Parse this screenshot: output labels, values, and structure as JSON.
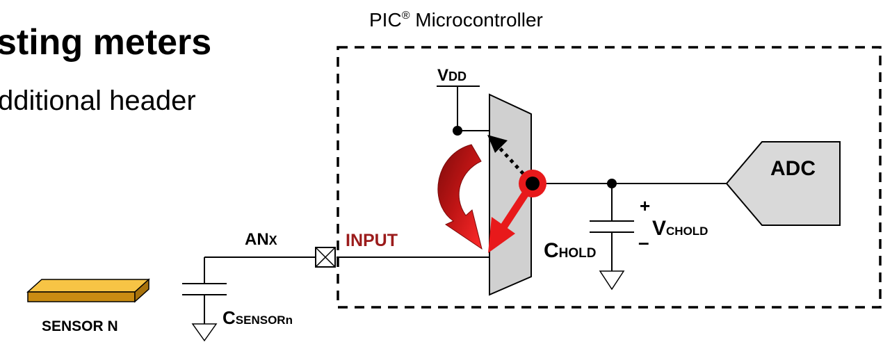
{
  "slide": {
    "title": "sting meters",
    "subtitle": "dditional header"
  },
  "diagram": {
    "mcu_label": "PIC",
    "mcu_registered": "®",
    "mcu_suffix": " Microcontroller",
    "vdd_main": "V",
    "vdd_sub": "DD",
    "adc_label": "ADC",
    "plus_sign": "+",
    "minus_sign": "–",
    "vchold_main": "V",
    "vchold_sub": "CHOLD",
    "chold_main": "C",
    "chold_sub": "HOLD",
    "input_label": "INPUT",
    "anx_main": "AN",
    "anx_sub": "X",
    "csensor_main": "C",
    "csensor_sub": "SENSORn",
    "sensor_label": "SENSOR N",
    "colors": {
      "switch_fill": "#d0d0d0",
      "adc_fill": "#d9d9d9",
      "input_text": "#9b1b1b",
      "arrow_red": "#e8191b",
      "arrow_dark_red": "#b5120f",
      "sensor_top": "#f7c445",
      "sensor_side": "#c98b12"
    }
  }
}
